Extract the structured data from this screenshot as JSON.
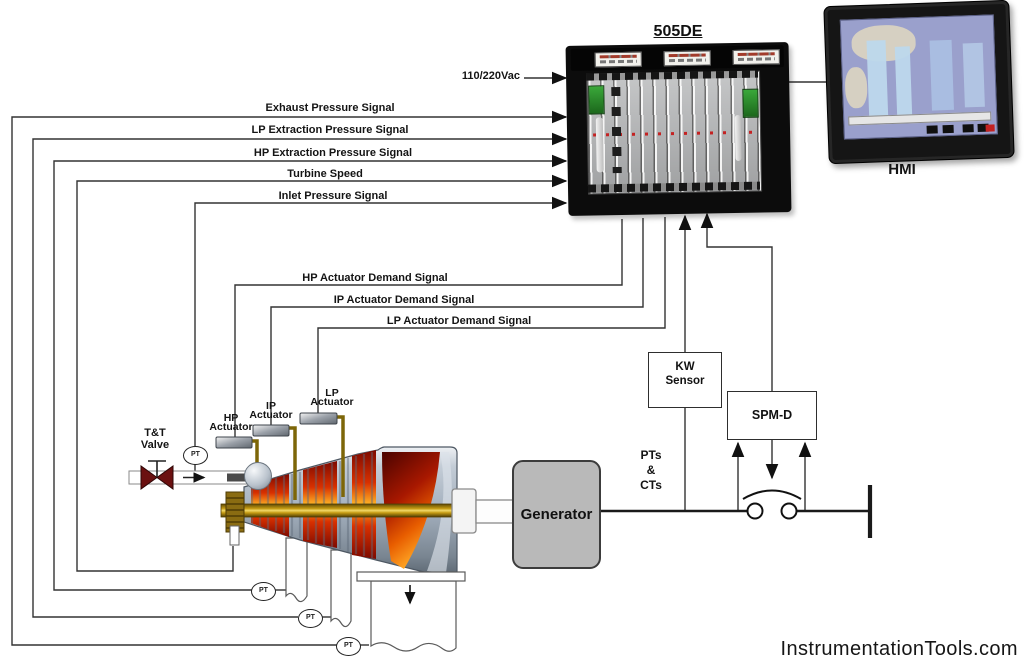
{
  "watermark": "InstrumentationTools.com",
  "controller": {
    "title": "505DE",
    "power_label": "110/220Vac"
  },
  "hmi": {
    "label": "HMI"
  },
  "input_signals": [
    "Exhaust Pressure Signal",
    "LP Extraction Pressure Signal",
    "HP Extraction Pressure Signal",
    "Turbine Speed",
    "Inlet Pressure Signal"
  ],
  "output_signals": [
    "HP Actuator Demand Signal",
    "IP Actuator Demand Signal",
    "LP Actuator Demand Signal"
  ],
  "instruments": {
    "pt": "PT",
    "pts_cts": [
      "PTs",
      "&",
      "CTs"
    ],
    "kw_sensor": [
      "KW",
      "Sensor"
    ],
    "spmd": "SPM-D"
  },
  "equipment": {
    "valve": [
      "T&T",
      "Valve"
    ],
    "hp_actuator": [
      "HP",
      "Actuator"
    ],
    "ip_actuator": [
      "IP",
      "Actuator"
    ],
    "lp_actuator": [
      "LP",
      "Actuator"
    ],
    "generator": "Generator"
  },
  "colors": {
    "line": "#333333",
    "rack_black": "#0c0c0c",
    "connector_green": "#2f9e2f",
    "screen_lavender": "#9aa0cc",
    "hot_core": "#ffb426",
    "hot_edge": "#7d0a00",
    "shaft_gold": "#c49a12",
    "valve_red": "#6b1010",
    "generator_gray": "#b9b9b9"
  }
}
